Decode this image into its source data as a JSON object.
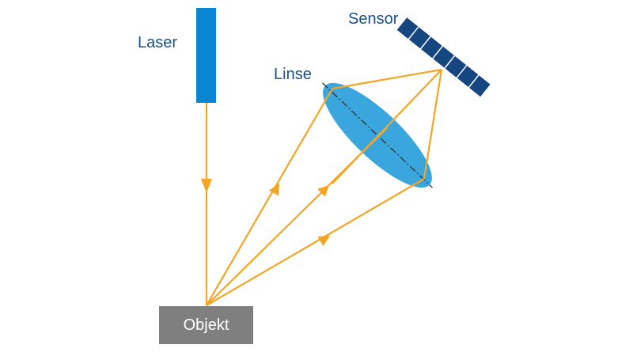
{
  "labels": {
    "laser": "Laser",
    "lens": "Linse",
    "sensor": "Sensor",
    "object": "Objekt"
  },
  "colors": {
    "laser": "#0a85d1",
    "lens_fill": "#3aa6de",
    "lens_axis": "#333333",
    "sensor": "#16467f",
    "beam": "#f5a523",
    "object": "#7f7f7f",
    "label_text": "#1b4f8a",
    "object_text": "#ffffff"
  },
  "sensor": {
    "segments": 7
  }
}
